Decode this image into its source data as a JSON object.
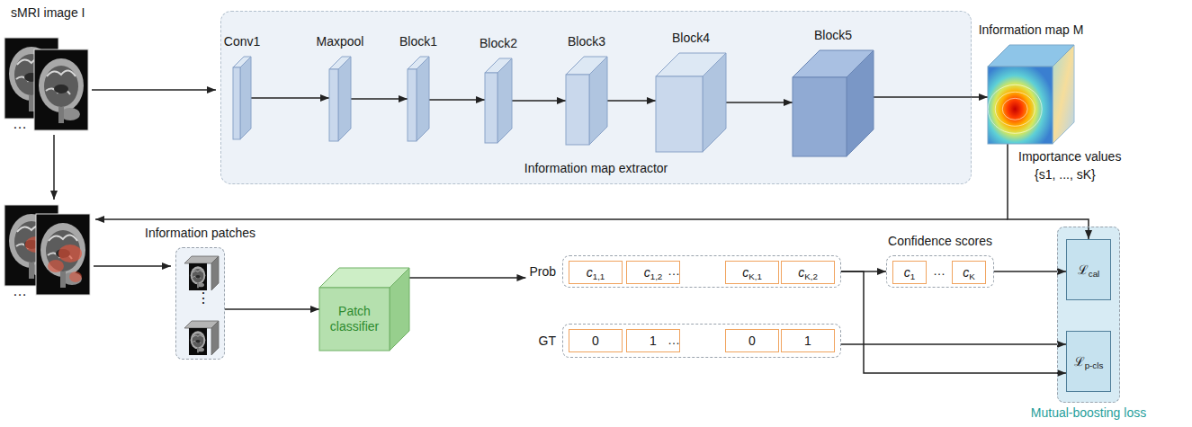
{
  "diagram": {
    "nodes": [
      {
        "text": [
          "Information map extractor"
        ]
      },
      {
        "text": [
          "Conv1"
        ],
        "in": 0
      },
      {
        "text": [
          "Maxpool"
        ],
        "in": 0
      },
      {
        "text": [
          "Block1"
        ],
        "in": 0
      },
      {
        "text": [
          "Block2"
        ],
        "in": 0
      },
      {
        "text": [
          "Block3"
        ],
        "in": 0
      },
      {
        "text": [
          "Block4"
        ],
        "in": 0
      },
      {
        "text": [
          "Block5"
        ],
        "in": 0
      },
      {
        "text": [
          "Information map M"
        ]
      },
      {
        "text": [
          "Information patches"
        ]
      },
      {
        "text": [
          "Patch classifier"
        ]
      },
      {
        "text": [
          "Prob"
        ]
      },
      {
        "text": [
          "c1,1"
        ],
        "in": 11
      },
      {
        "text": [
          "c1,2"
        ],
        "in": 11
      },
      {
        "text": [
          "cK,1"
        ],
        "in": 11
      },
      {
        "text": [
          "cK,2"
        ],
        "in": 11
      },
      {
        "text": [
          "Confidence scores"
        ]
      },
      {
        "text": [
          "c1"
        ],
        "in": 16
      },
      {
        "text": [
          "cK"
        ],
        "in": 16
      },
      {
        "text": [
          "GT"
        ]
      },
      {
        "text": [
          "0"
        ],
        "in": 19
      },
      {
        "text": [
          "1"
        ],
        "in": 19
      },
      {
        "text": [
          "0"
        ],
        "in": 19
      },
      {
        "text": [
          "1"
        ],
        "in": 19
      },
      {
        "text": [
          "Mutual-boosting loss"
        ]
      },
      {
        "text": [
          "ℒcal"
        ],
        "in": 24
      },
      {
        "text": [
          "ℒp-cls"
        ],
        "in": 24
      }
    ],
    "edges": [
      {
        "from": 1,
        "to": 2,
        "arrow": "to"
      },
      {
        "from": 2,
        "to": 3,
        "arrow": "to"
      },
      {
        "from": 3,
        "to": 4,
        "arrow": "to"
      },
      {
        "from": 4,
        "to": 5,
        "arrow": "to"
      },
      {
        "from": 5,
        "to": 6,
        "arrow": "to"
      },
      {
        "from": 6,
        "to": 7,
        "arrow": "to"
      },
      {
        "from": 7,
        "to": 8,
        "arrow": "to"
      },
      {
        "from": 8,
        "to": 25,
        "arrow": "to"
      },
      {
        "from": 9,
        "to": 10,
        "arrow": "to"
      },
      {
        "from": 10,
        "to": 11,
        "arrow": "to"
      },
      {
        "from": 11,
        "to": 16,
        "arrow": "to"
      },
      {
        "from": 16,
        "to": 25,
        "arrow": "to"
      },
      {
        "from": 11,
        "to": 26,
        "arrow": "to"
      },
      {
        "from": 19,
        "to": 26,
        "arrow": "to"
      }
    ],
    "labels": [
      "sMRI image I",
      "…",
      "…",
      "Importance values",
      "{s1, ..., sK}",
      "⋮",
      "…",
      "…",
      "…"
    ]
  }
}
